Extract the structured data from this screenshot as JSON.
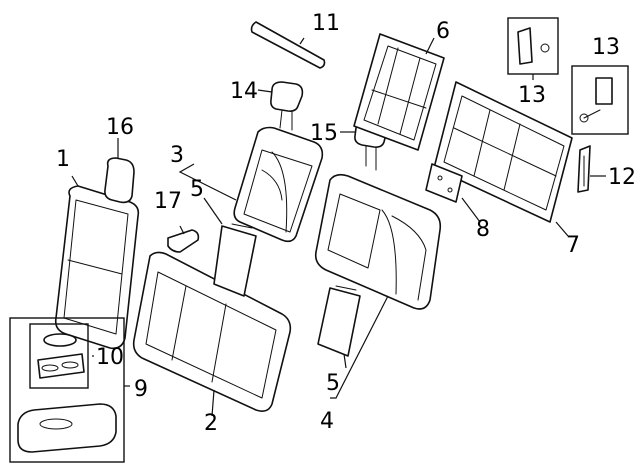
{
  "labels": {
    "c1": "1",
    "c2": "2",
    "c3": "3",
    "c4": "4",
    "c5a": "5",
    "c5b": "5",
    "c6": "6",
    "c7": "7",
    "c8": "8",
    "c9": "9",
    "c10": "10",
    "c11": "11",
    "c12": "12",
    "c13a": "13",
    "c13b": "13",
    "c14": "14",
    "c15": "15",
    "c16": "16",
    "c17": "17"
  }
}
